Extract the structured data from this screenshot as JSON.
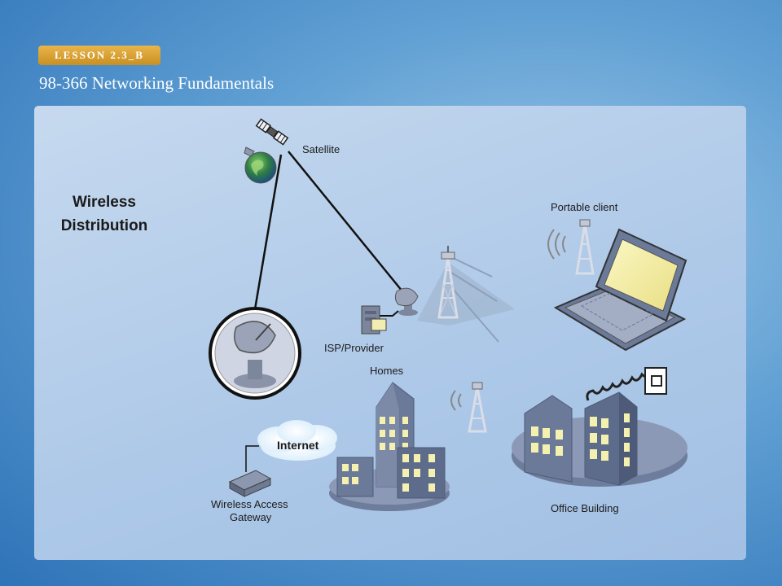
{
  "header": {
    "lesson_badge": "LESSON 2.3_B",
    "title": "98-366 Networking Fundamentals"
  },
  "diagram": {
    "heading": "Wireless\nDistribution",
    "labels": {
      "satellite": "Satellite",
      "portable_client": "Portable client",
      "isp_provider": "ISP/Provider",
      "homes": "Homes",
      "internet": "Internet",
      "gateway_line1": "Wireless Access",
      "gateway_line2": "Gateway",
      "office_building": "Office Building"
    },
    "colors": {
      "building": "#6b7a99",
      "building_dark": "#4d5a78",
      "window": "#f4f0b0",
      "platform": "#8391ad",
      "link": "#111111",
      "tower": "#d7dbe6"
    }
  }
}
